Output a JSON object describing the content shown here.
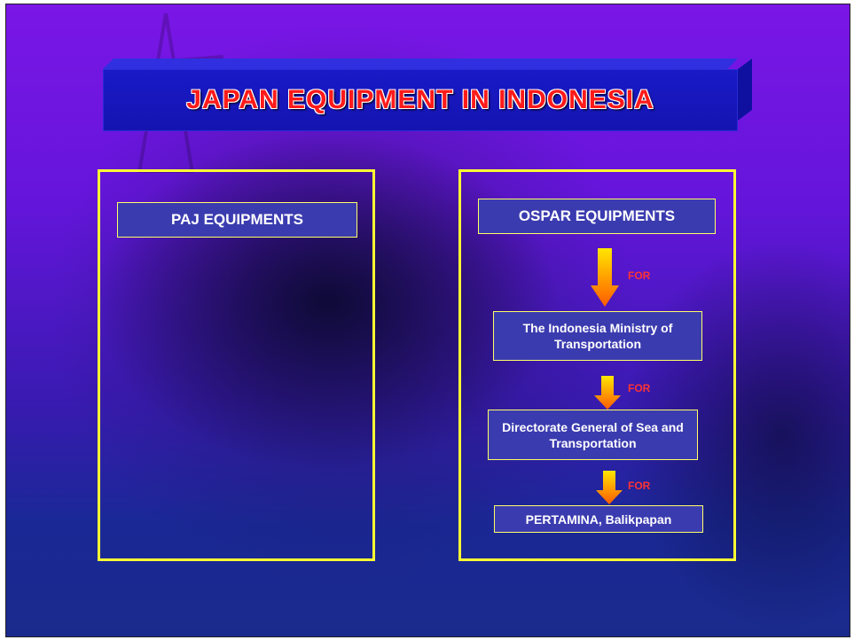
{
  "title": "JAPAN EQUIPMENT IN INDONESIA",
  "left_panel": {
    "heading": "PAJ  EQUIPMENTS"
  },
  "right_panel": {
    "heading": "OSPAR  EQUIPMENTS",
    "flow": [
      {
        "connector": "FOR",
        "node": "The Indonesia Ministry of Transportation"
      },
      {
        "connector": "FOR",
        "node": "Directorate General of Sea and Transportation"
      },
      {
        "connector": "FOR",
        "node": "PERTAMINA, Balikpapan"
      }
    ]
  },
  "colors": {
    "title_text": "#ff1a1a",
    "panel_border": "#ffff33",
    "connector_text": "#ff3333",
    "arrow_top": "#ffe600",
    "arrow_bottom": "#ff5a00"
  },
  "icons": {
    "background": "oil-derrick-and-globe-illustration",
    "connectors": "down-arrow-icon"
  }
}
